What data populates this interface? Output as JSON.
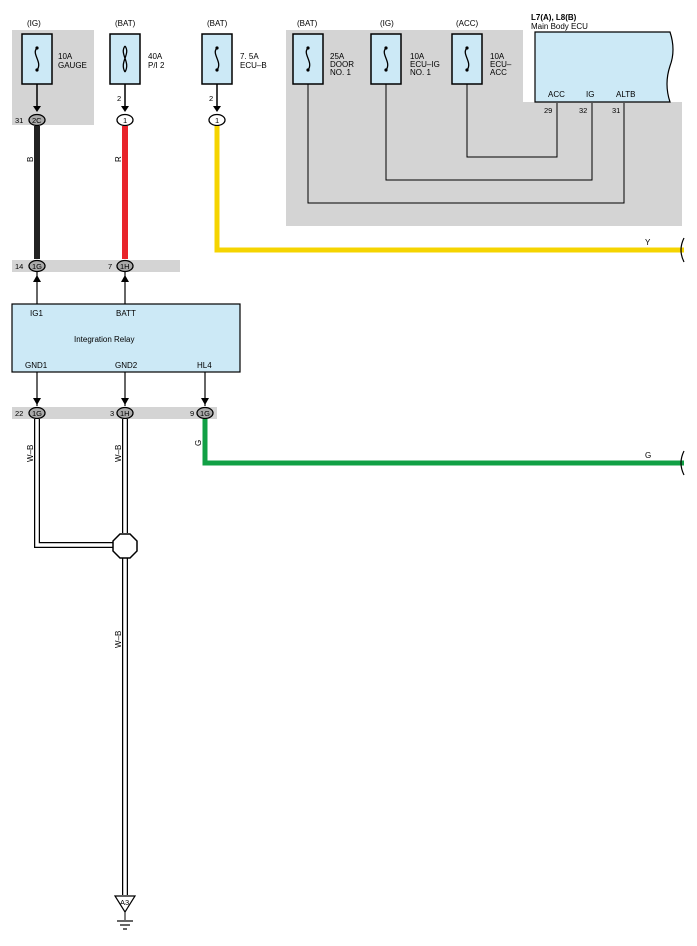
{
  "fuses": [
    {
      "source": "(IG)",
      "rating": "10A",
      "name": "GAUGE",
      "out_pin": "",
      "conn_pin": "31",
      "conn": "2C"
    },
    {
      "source": "(BAT)",
      "rating": "40A",
      "name": "P/I 2",
      "out_pin": "2",
      "conn_pin": "",
      "conn": "1"
    },
    {
      "source": "(BAT)",
      "rating": "7. 5A",
      "name": "ECU–B",
      "out_pin": "2",
      "conn_pin": "",
      "conn": "1"
    },
    {
      "source": "(BAT)",
      "rating": "25A",
      "name": "DOOR",
      "name2": "NO. 1"
    },
    {
      "source": "(IG)",
      "rating": "10A",
      "name": "ECU–IG",
      "name2": "NO. 1"
    },
    {
      "source": "(ACC)",
      "rating": "10A",
      "name": "ECU–",
      "name2": "ACC"
    }
  ],
  "ecu": {
    "id": "L7(A), L8(B)",
    "name": "Main Body ECU",
    "terminals": [
      "ACC",
      "IG",
      "ALTB"
    ],
    "pins": [
      "29",
      "32",
      "31"
    ]
  },
  "relay": {
    "name": "Integration Relay",
    "inputs": [
      "IG1",
      "BATT"
    ],
    "outputs": [
      "GND1",
      "GND2",
      "HL4"
    ]
  },
  "connectors_top": [
    {
      "pin": "14",
      "conn": "1G"
    },
    {
      "pin": "7",
      "conn": "1H"
    }
  ],
  "connectors_bottom": [
    {
      "pin": "22",
      "conn": "1G"
    },
    {
      "pin": "3",
      "conn": "1H"
    },
    {
      "pin": "9",
      "conn": "1G"
    }
  ],
  "wires": {
    "black": "B",
    "red": "R",
    "yellow": "Y",
    "green": "G",
    "wb1": "W–B",
    "wb2": "W–B",
    "wb3": "W–B"
  },
  "ground": "A3",
  "colors": {
    "fuse_fill": "#cce9f6",
    "panel_gray": "#d4d4d4",
    "wire_black": "#222222",
    "wire_red": "#e8232a",
    "wire_yellow": "#f5d400",
    "wire_green": "#11a045"
  }
}
